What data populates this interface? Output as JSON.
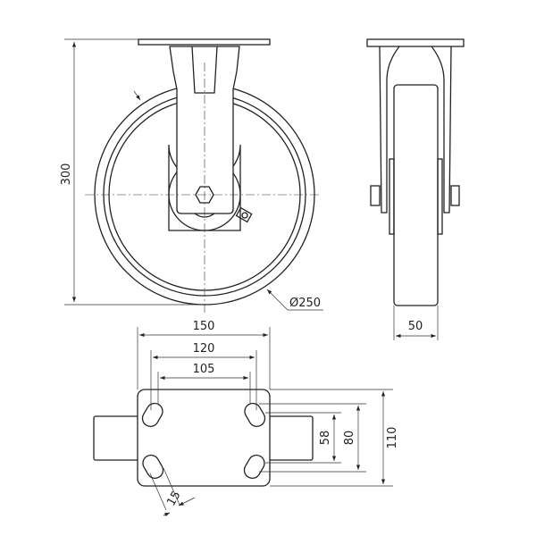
{
  "dimensions": {
    "overall_height": "300",
    "wheel_diameter": "Ø250",
    "wheel_width": "50",
    "plate_length": "150",
    "hole_spacing_outer_x": "120",
    "hole_spacing_inner_x": "105",
    "hole_spacing_inner_y": "58",
    "hole_spacing_outer_y": "80",
    "plate_width": "110",
    "slot_width": "15"
  },
  "colors": {
    "line": "#222222",
    "background": "#ffffff"
  }
}
